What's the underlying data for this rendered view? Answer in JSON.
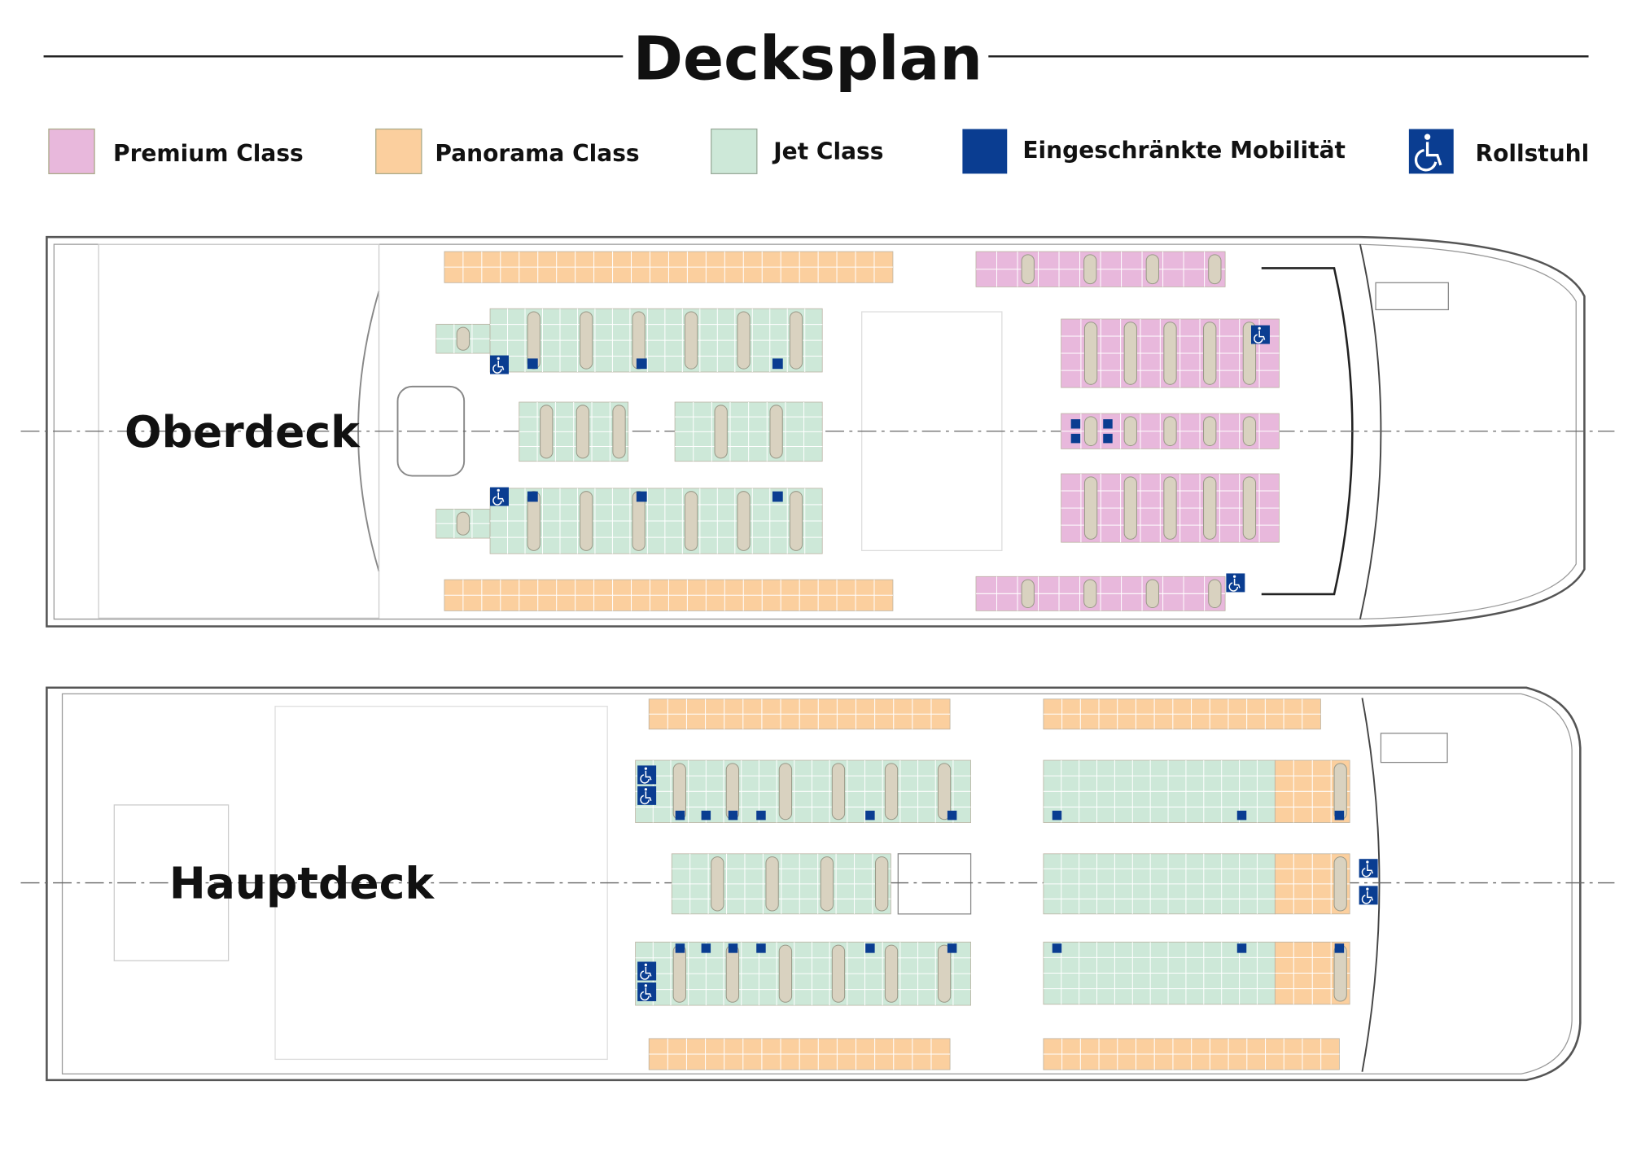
{
  "title": "Decksplan",
  "legend": [
    {
      "label": "Premium Class",
      "color": "#e8b8dc"
    },
    {
      "label": "Panorama Class",
      "color": "#fbcf9e"
    },
    {
      "label": "Jet Class",
      "color": "#cde8d8"
    },
    {
      "label": "Eingeschränkte Mobilität",
      "color": "#0a3d91"
    },
    {
      "label": "Rollstuhl",
      "color": "#0a3d91",
      "icon": "wheelchair-icon"
    }
  ],
  "decks": {
    "upper": {
      "label": "Oberdeck"
    },
    "main": {
      "label": "Hauptdeck"
    }
  },
  "colors": {
    "table": "#d9d2c0",
    "hull": "#555555",
    "faint": "#d6d6d6"
  }
}
